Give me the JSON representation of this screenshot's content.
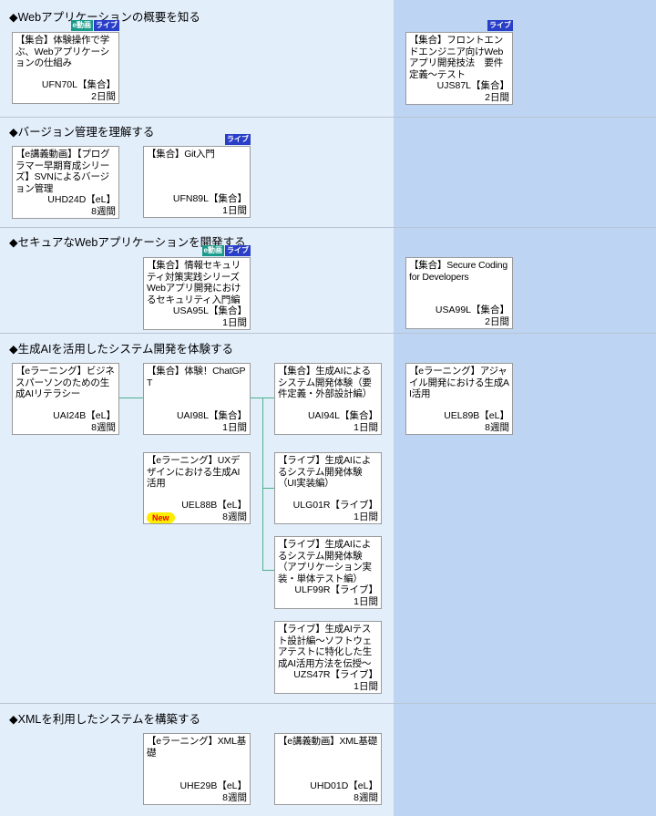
{
  "colors": {
    "badge_e": "#1a9a8a",
    "badge_live": "#2a3fc8",
    "connector": "#4cb08a",
    "right_column": "#bdd5f2",
    "left_area": "#e3eefb"
  },
  "sections": [
    {
      "title": "◆Webアプリケーションの概要を知る"
    },
    {
      "title": "◆バージョン管理を理解する"
    },
    {
      "title": "◆セキュアなWebアプリケーションを開発する"
    },
    {
      "title": "◆生成AIを活用したシステム開発を体験する"
    },
    {
      "title": "◆XMLを利用したシステムを構築する"
    }
  ],
  "badge_labels": {
    "e": "e動画",
    "live": "ライブ",
    "new": "New"
  },
  "courses": [
    {
      "title": "【集合】体験操作で学ぶ、Webアプリケーションの仕組み",
      "code": "UFN70L【集合】",
      "duration": "2日間"
    },
    {
      "title": "【集合】フロントエンドエンジニア向けWebアプリ開発技法　要件定義～テスト",
      "code": "UJS87L【集合】",
      "duration": "2日間"
    },
    {
      "title": "【e講義動画】【プログラマー早期育成シリーズ】SVNによるバージョン管理",
      "code": "UHD24D【eL】",
      "duration": "8週間"
    },
    {
      "title": "【集合】Git入門",
      "code": "UFN89L【集合】",
      "duration": "1日間"
    },
    {
      "title": "【集合】情報セキュリティ対策実践シリーズ Webアプリ開発におけるセキュリティ入門編",
      "code": "USA95L【集合】",
      "duration": "1日間"
    },
    {
      "title": "【集合】Secure Coding for Developers",
      "code": "USA99L【集合】",
      "duration": "2日間"
    },
    {
      "title": "【eラーニング】ビジネスパーソンのための生成AIリテラシー",
      "code": "UAI24B【eL】",
      "duration": "8週間"
    },
    {
      "title": "【集合】体験！ChatGPT",
      "code": "UAI98L【集合】",
      "duration": "1日間"
    },
    {
      "title": "【集合】生成AIによるシステム開発体験（要件定義・外部設計編）",
      "code": "UAI94L【集合】",
      "duration": "1日間"
    },
    {
      "title": "【eラーニング】アジャイル開発における生成AI活用",
      "code": "UEL89B【eL】",
      "duration": "8週間"
    },
    {
      "title": "【eラーニング】UXデザインにおける生成AI活用",
      "code": "UEL88B【eL】",
      "duration": "8週間"
    },
    {
      "title": "【ライブ】生成AIによるシステム開発体験（UI実装編）",
      "code": "ULG01R【ライブ】",
      "duration": "1日間"
    },
    {
      "title": "【ライブ】生成AIによるシステム開発体験（アプリケーション実装・単体テスト編）",
      "code": "ULF99R【ライブ】",
      "duration": "1日間"
    },
    {
      "title": "【ライブ】生成AIテスト設計編～ソフトウェアテストに特化した生成AI活用方法を伝授～",
      "code": "UZS47R【ライブ】",
      "duration": "1日間"
    },
    {
      "title": "【eラーニング】XML基礎",
      "code": "UHE29B【eL】",
      "duration": "8週間"
    },
    {
      "title": "【e講義動画】XML基礎",
      "code": "UHD01D【eL】",
      "duration": "8週間"
    }
  ]
}
